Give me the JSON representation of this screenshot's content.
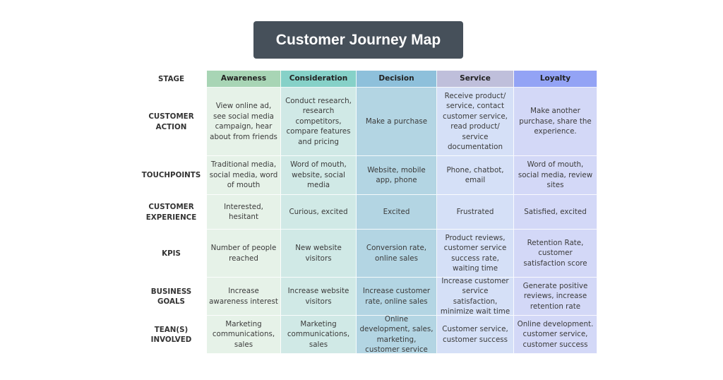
{
  "title": "Customer Journey Map",
  "stage_label": "STAGE",
  "stages": [
    {
      "name": "Awareness",
      "color": "#a8d5b5",
      "cell_color": "#e6f2e8"
    },
    {
      "name": "Consideration",
      "color": "#86d1c8",
      "cell_color": "#d0e9e6"
    },
    {
      "name": "Decision",
      "color": "#8ec0db",
      "cell_color": "#b3d5e3"
    },
    {
      "name": "Service",
      "color": "#bfbfdb",
      "cell_color": "#d5e0f7"
    },
    {
      "name": "Loyalty",
      "color": "#93a3f5",
      "cell_color": "#d3d8f7"
    }
  ],
  "rows": [
    {
      "label": "CUSTOMER\nACTION",
      "cells": [
        "View online ad, see social media campaign, hear about from friends",
        "Conduct research, research competitors, compare features and pricing",
        "Make a purchase",
        "Receive product/ service, contact customer service, read product/ service documentation",
        "Make another purchase, share the experience."
      ]
    },
    {
      "label": "TOUCHPOINTS",
      "cells": [
        "Traditional media, social media, word of mouth",
        "Word of mouth, website, social media",
        "Website, mobile app, phone",
        "Phone, chatbot, email",
        "Word of mouth, social media, review sites"
      ]
    },
    {
      "label": "CUSTOMER\nEXPERIENCE",
      "cells": [
        "Interested, hesitant",
        "Curious, excited",
        "Excited",
        "Frustrated",
        "Satisfied, excited"
      ]
    },
    {
      "label": "KPIS",
      "cells": [
        "Number of people reached",
        "New website visitors",
        "Conversion rate, online sales",
        "Product reviews, customer service success rate, waiting time",
        "Retention Rate, customer satisfaction score"
      ]
    },
    {
      "label": "BUSINESS\nGOALS",
      "cells": [
        "Increase awareness interest",
        "Increase website visitors",
        "Increase customer rate, online sales",
        "Increase customer service satisfaction, minimize wait time",
        "Generate positive reviews, increase retention rate"
      ]
    },
    {
      "label": "TEAN(S)\nINVOLVED",
      "cells": [
        "Marketing communications, sales",
        "Marketing communications, sales",
        "Online development, sales, marketing, customer service",
        "Customer service, customer success",
        "Online development. customer service, customer success"
      ]
    }
  ]
}
